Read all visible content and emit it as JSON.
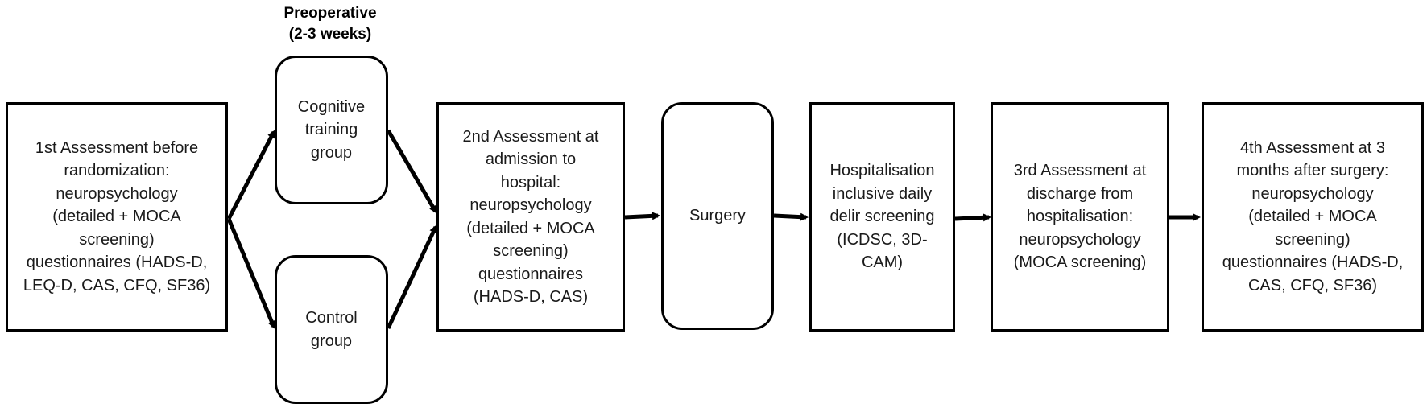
{
  "header": {
    "line1": "Preoperative",
    "line2": "(2-3 weeks)"
  },
  "boxes": {
    "assessment1": [
      "1st Assessment before",
      "randomization:",
      "neuropsychology",
      "(detailed + MOCA",
      "screening)",
      "questionnaires (HADS-D,",
      "LEQ-D, CAS, CFQ, SF36)"
    ],
    "cognitive_group": [
      "Cognitive",
      "training",
      "group"
    ],
    "control_group": [
      "Control",
      "group"
    ],
    "assessment2": [
      "2nd Assessment at",
      "admission to",
      "hospital:",
      "neuropsychology",
      "(detailed + MOCA",
      "screening)",
      "questionnaires",
      "(HADS-D, CAS)"
    ],
    "surgery": [
      "Surgery"
    ],
    "hospitalisation": [
      "Hospitalisation",
      "inclusive daily",
      "delir screening",
      "(ICDSC, 3D-",
      "CAM)"
    ],
    "assessment3": [
      "3rd Assessment at",
      "discharge from",
      "hospitalisation:",
      "neuropsychology",
      "(MOCA screening)"
    ],
    "assessment4": [
      "4th Assessment at 3",
      "months after surgery:",
      "neuropsychology",
      "(detailed + MOCA",
      "screening)",
      "questionnaires (HADS-D,",
      "CAS, CFQ, SF36)"
    ]
  }
}
